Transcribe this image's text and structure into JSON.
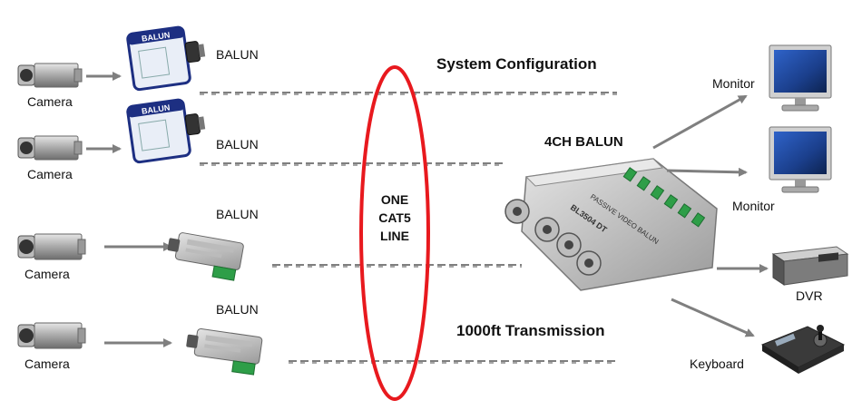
{
  "title": "System Configuration",
  "subtitle": "1000ft Transmission",
  "center_label": {
    "line1": "ONE",
    "line2": "CAT5",
    "line3": "LINE"
  },
  "hub_label": "4CH BALUN",
  "hub_print": "PASSIVE VIDEO BALUN",
  "hub_model": "BL3504 DT",
  "balun_print": "BALUN",
  "cameras": [
    {
      "label": "Camera",
      "balun_label": "BALUN"
    },
    {
      "label": "Camera",
      "balun_label": "BALUN"
    },
    {
      "label": "Camera",
      "balun_label": "BALUN"
    },
    {
      "label": "Camera",
      "balun_label": "BALUN"
    }
  ],
  "outputs": [
    {
      "label": "Monitor",
      "icon": "monitor-icon"
    },
    {
      "label": "Monitor",
      "icon": "monitor-icon"
    },
    {
      "label": "DVR",
      "icon": "dvr-icon"
    },
    {
      "label": "Keyboard",
      "icon": "keyboard-icon"
    }
  ],
  "colors": {
    "ellipse": "#e8191e",
    "arrow": "#7f7f7f",
    "hub_body": "#c9c9c9",
    "hub_green": "#2e9e48",
    "balun_blue": "#1d2f82"
  }
}
